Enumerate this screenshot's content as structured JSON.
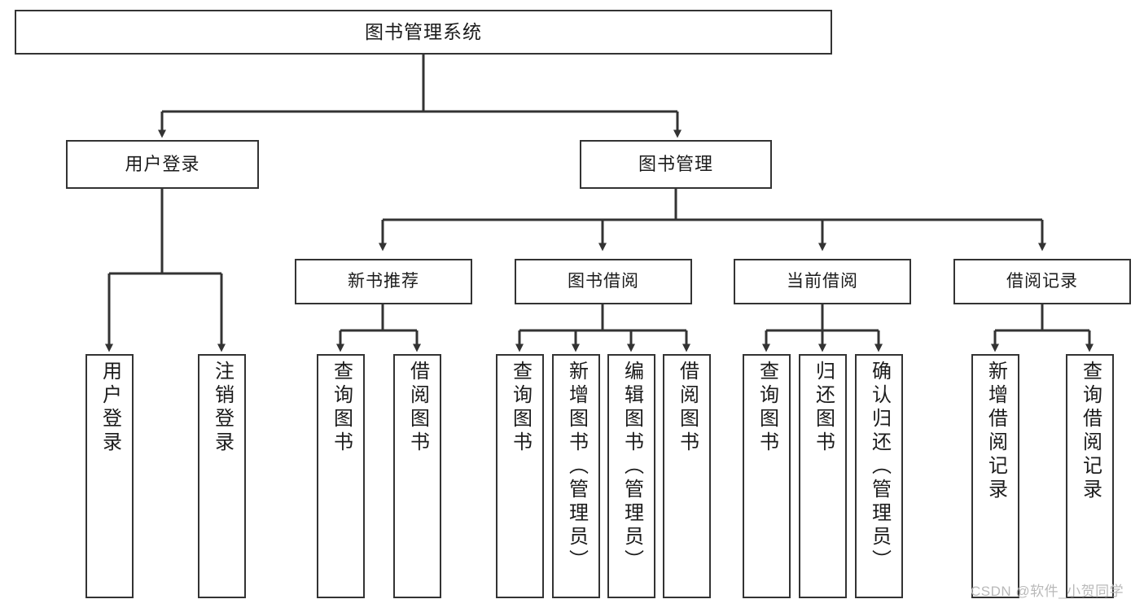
{
  "diagram": {
    "title": "图书管理系统",
    "root": {
      "label": "图书管理系统"
    },
    "level1": [
      {
        "label": "用户登录"
      },
      {
        "label": "图书管理"
      }
    ],
    "level2": [
      {
        "label": "新书推荐"
      },
      {
        "label": "图书借阅"
      },
      {
        "label": "当前借阅"
      },
      {
        "label": "借阅记录"
      }
    ],
    "leaves": {
      "user_login": [
        {
          "label": "用户登录"
        },
        {
          "label": "注销登录"
        }
      ],
      "new_book": [
        {
          "label": "查询图书"
        },
        {
          "label": "借阅图书"
        }
      ],
      "borrow": [
        {
          "label": "查询图书"
        },
        {
          "label": "新增图书（管理员）"
        },
        {
          "label": "编辑图书（管理员）"
        },
        {
          "label": "借阅图书"
        }
      ],
      "current": [
        {
          "label": "查询图书"
        },
        {
          "label": "归还图书"
        },
        {
          "label": "确认归还（管理员）"
        }
      ],
      "records": [
        {
          "label": "新增借阅记录"
        },
        {
          "label": "查询借阅记录"
        }
      ]
    }
  },
  "watermark": {
    "text": "CSDN @软件_小贺同学"
  },
  "colors": {
    "stroke": "#333333",
    "background": "#ffffff",
    "text": "#1b1b1b",
    "watermark": "#b9b9b9"
  }
}
